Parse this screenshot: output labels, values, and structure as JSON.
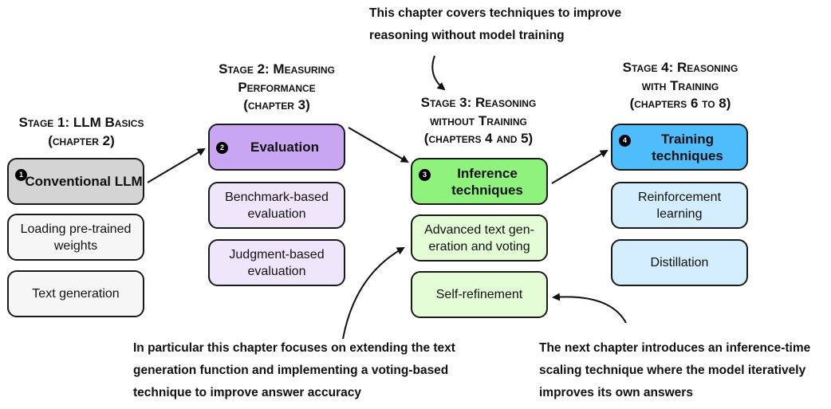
{
  "annotations": {
    "top": [
      "This chapter covers techniques to improve",
      "reasoning without model training"
    ],
    "bottom_left": [
      "In particular this chapter focuses on extending the text",
      "generation function and implementing a voting-based",
      "technique to improve answer accuracy"
    ],
    "bottom_right": [
      "The next chapter introduces an inference-time",
      "scaling technique where the model iteratively",
      "improves its own answers"
    ]
  },
  "stages": [
    {
      "header": [
        "Stage 1: LLM Basics",
        "(chapter 2)"
      ],
      "number": "1",
      "main": "Conventional LLM",
      "items": [
        "Loading pre-trained weights",
        "Text generation"
      ],
      "main_color": "#d4d4d4",
      "item_color": "#f6f6f6"
    },
    {
      "header": [
        "Stage 2: Measuring",
        "Performance",
        "(chapter 3)"
      ],
      "number": "2",
      "main": "Evaluation",
      "items": [
        "Benchmark-based evaluation",
        "Judgment-based evaluation"
      ],
      "main_color": "#c9a6f2",
      "item_color": "#f0e6fb"
    },
    {
      "header": [
        "Stage 3: Reasoning",
        "without Training",
        "(chapters 4 and 5)"
      ],
      "number": "3",
      "main": "Inference techniques",
      "items": [
        "Advanced text gen-eration and voting",
        "Self-refinement"
      ],
      "main_color": "#8ef27c",
      "item_color": "#e3fcd6"
    },
    {
      "header": [
        "Stage 4: Reasoning",
        "with Training",
        "(chapters 6 to 8)"
      ],
      "number": "4",
      "main": "Training techniques",
      "items": [
        "Reinforcement learning",
        "Distillation"
      ],
      "main_color": "#4fbcfb",
      "item_color": "#d4edfd"
    }
  ]
}
